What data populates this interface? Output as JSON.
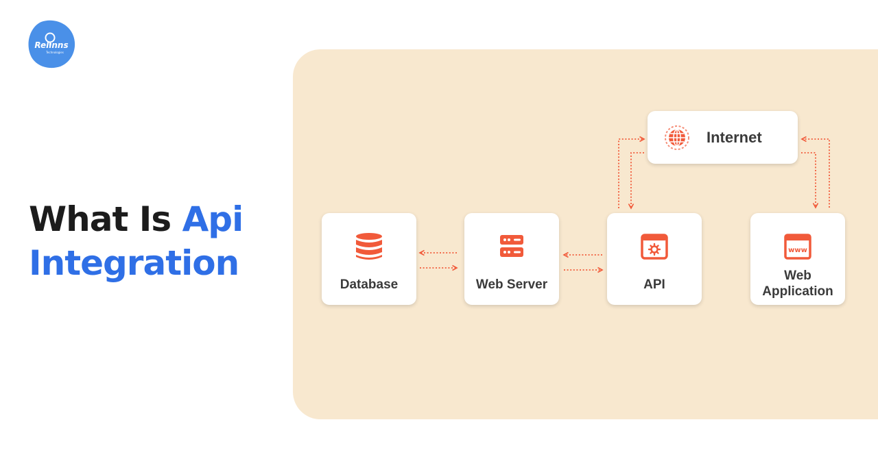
{
  "logo": {
    "brand": "Relinns",
    "tagline": "Technologies",
    "color": "#4a90e8"
  },
  "title": {
    "prefix": "What Is",
    "highlight_1": "Api",
    "highlight_2": "Integration",
    "accent_color": "#2f6fe6"
  },
  "panel": {
    "background": "#f8e8cf"
  },
  "accent_color": "#f15a3a",
  "nodes": {
    "database": {
      "label": "Database",
      "icon": "database-icon"
    },
    "web_server": {
      "label": "Web Server",
      "icon": "server-icon"
    },
    "api": {
      "label": "API",
      "icon": "api-window-icon"
    },
    "web_application": {
      "label_line1": "Web",
      "label_line2": "Application",
      "icon": "www-browser-icon"
    },
    "internet": {
      "label": "Internet",
      "icon": "globe-icon"
    }
  },
  "connections": [
    {
      "from": "database",
      "to": "web_server",
      "direction": "bidirectional"
    },
    {
      "from": "web_server",
      "to": "api",
      "direction": "bidirectional"
    },
    {
      "from": "api",
      "to": "internet",
      "direction": "bidirectional"
    },
    {
      "from": "internet",
      "to": "web_application",
      "direction": "bidirectional"
    }
  ]
}
